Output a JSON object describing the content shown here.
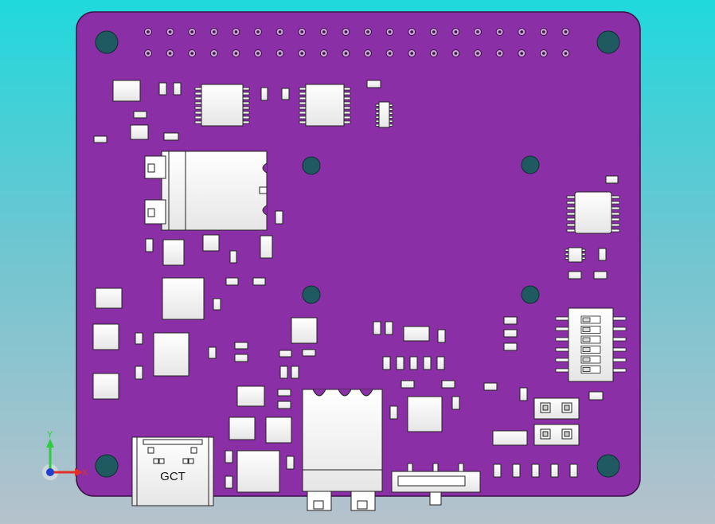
{
  "viewer": {
    "background_top": "#1fd9dc",
    "background_bottom": "#b6c2cc"
  },
  "board": {
    "pcb_color": "#8a2fa5",
    "mounting_hole_color": "#1f5a60",
    "usb_connector_label": "GCT"
  },
  "axis_triad": {
    "y_label": "Y",
    "x_label": "X",
    "x_color": "#e0302a",
    "y_color": "#2ecc40",
    "z_color": "#1f3fd0"
  }
}
